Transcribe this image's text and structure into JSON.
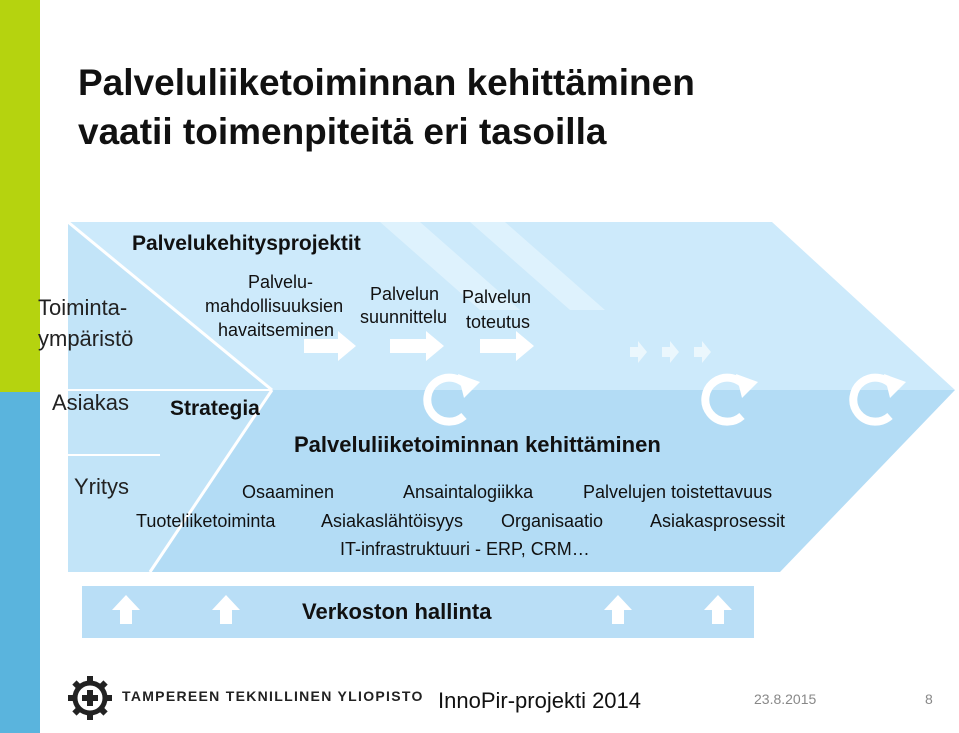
{
  "title": {
    "line1": "Palveluliiketoiminnan kehittäminen",
    "line2": "vaatii toimenpiteitä eri tasoilla"
  },
  "side_labels": {
    "toimintaymparisto_1": "Toiminta-",
    "toimintaymparisto_2": "ympäristö",
    "asiakas": "Asiakas",
    "yritys": "Yritys"
  },
  "project_band": {
    "heading": "Palvelukehitysprojektit",
    "step1_line1": "Palvelu-",
    "step1_line2": "mahdollisuuksien",
    "step1_line3": "havaitseminen",
    "step2_line1": "Palvelun",
    "step2_line2": "suunnittelu",
    "step3_line1": "Palvelun",
    "step3_line2": "toteutus"
  },
  "strategy": "Strategia",
  "development": {
    "heading": "Palveluliiketoiminnan kehittäminen",
    "row1": [
      "Osaaminen",
      "Ansaintalogiikka",
      "Palvelujen toistettavuus"
    ],
    "row2": [
      "Tuoteliiketoiminta",
      "Asiakaslähtöisyys",
      "Organisaatio",
      "Asiakasprosessit"
    ],
    "row3": "IT-infrastruktuuri - ERP, CRM…"
  },
  "network": "Verkoston hallinta",
  "footer": {
    "university": "TAMPEREEN TEKNILLINEN YLIOPISTO",
    "project": "InnoPir-projekti 2014",
    "date": "23.8.2015",
    "page": "8"
  },
  "colors": {
    "green_stripe": "#b5d30f",
    "blue_stripe": "#5ab4dd",
    "band_light": "#cdeafb",
    "band_mid": "#b3dcf5",
    "band_dark": "#a8d6f2",
    "arrow_white": "#ffffff"
  },
  "icons": [
    "arrow-right-icon",
    "cycle-arrow-icon",
    "arrow-up-icon",
    "gear-logo-icon"
  ]
}
